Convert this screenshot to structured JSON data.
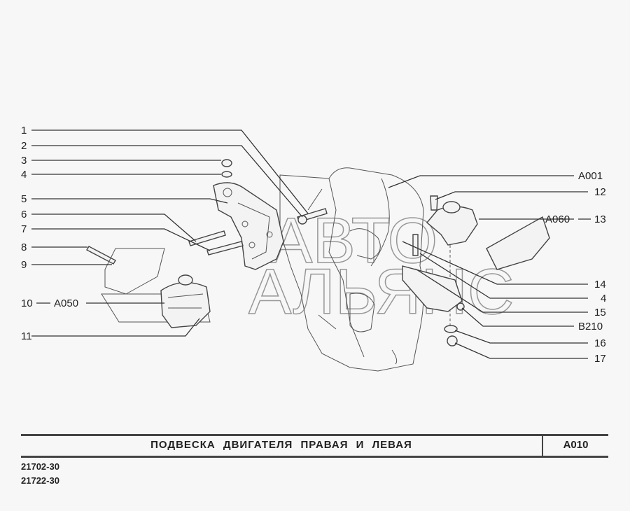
{
  "diagram": {
    "watermark": [
      "АВТО",
      "АЛЬЯНС"
    ],
    "left_callouts": [
      {
        "num": "1"
      },
      {
        "num": "2"
      },
      {
        "num": "3"
      },
      {
        "num": "4"
      },
      {
        "num": "5"
      },
      {
        "num": "6"
      },
      {
        "num": "7"
      },
      {
        "num": "8"
      },
      {
        "num": "9"
      },
      {
        "num": "10",
        "ref": "A050"
      },
      {
        "num": "11"
      }
    ],
    "right_callouts": [
      {
        "ref": "A001"
      },
      {
        "num": "12"
      },
      {
        "num": "13",
        "ref": "A060"
      },
      {
        "num": "14"
      },
      {
        "num": "4"
      },
      {
        "num": "15"
      },
      {
        "ref": "B210"
      },
      {
        "num": "16"
      },
      {
        "num": "17"
      }
    ]
  },
  "footer": {
    "title": "ПОДВЕСКА ДВИГАТЕЛЯ ПРАВАЯ И ЛЕВАЯ",
    "code": "A010",
    "models": [
      "21702-30",
      "21722-30"
    ]
  }
}
